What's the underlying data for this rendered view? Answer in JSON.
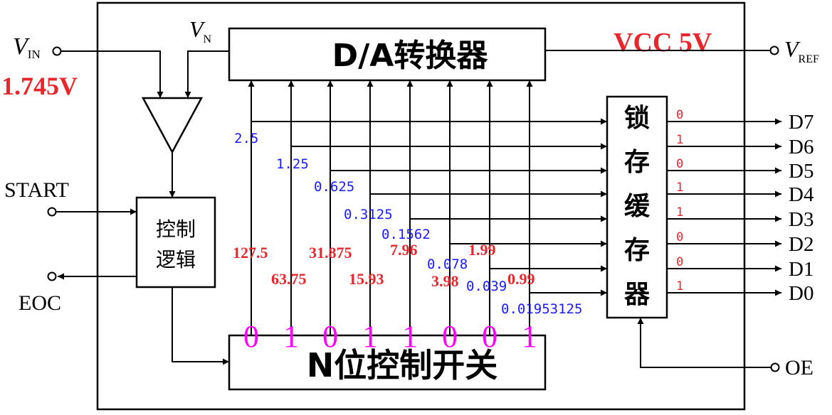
{
  "inputs": {
    "vin_main": "V",
    "vin_sub": "IN",
    "vin_value": "1.745V",
    "vn_main": "V",
    "vn_sub": "N",
    "vref_main": "V",
    "vref_sub": "REF",
    "vcc": "VCC 5V",
    "start": "START",
    "eoc": "EOC",
    "oe": "OE"
  },
  "blocks": {
    "dac": "D/A转换器",
    "control_line1": "控制",
    "control_line2": "逻辑",
    "switch": "N位控制开关",
    "latch": [
      "锁",
      "存",
      "缓",
      "存",
      "器"
    ]
  },
  "bit_weights_volts": [
    "2.5",
    "1.25",
    "0.625",
    "0.3125",
    "0.1562",
    "0.078",
    "0.039",
    "0.01953125"
  ],
  "bit_codes_decimal": [
    "127.5",
    "63.75",
    "31.875",
    "15.93",
    "7.96",
    "3.98",
    "1.99",
    "0.99"
  ],
  "switch_bits": [
    "0",
    "1",
    "0",
    "1",
    "1",
    "0",
    "0",
    "1"
  ],
  "outputs": [
    {
      "bit": "0",
      "label": "D7"
    },
    {
      "bit": "1",
      "label": "D6"
    },
    {
      "bit": "0",
      "label": "D5"
    },
    {
      "bit": "1",
      "label": "D4"
    },
    {
      "bit": "1",
      "label": "D3"
    },
    {
      "bit": "0",
      "label": "D2"
    },
    {
      "bit": "0",
      "label": "D1"
    },
    {
      "bit": "1",
      "label": "D0"
    }
  ],
  "colors": {
    "line": "#000000",
    "red": "#e8262b",
    "blue": "#1a1aff",
    "magenta": "#ff00ff"
  }
}
